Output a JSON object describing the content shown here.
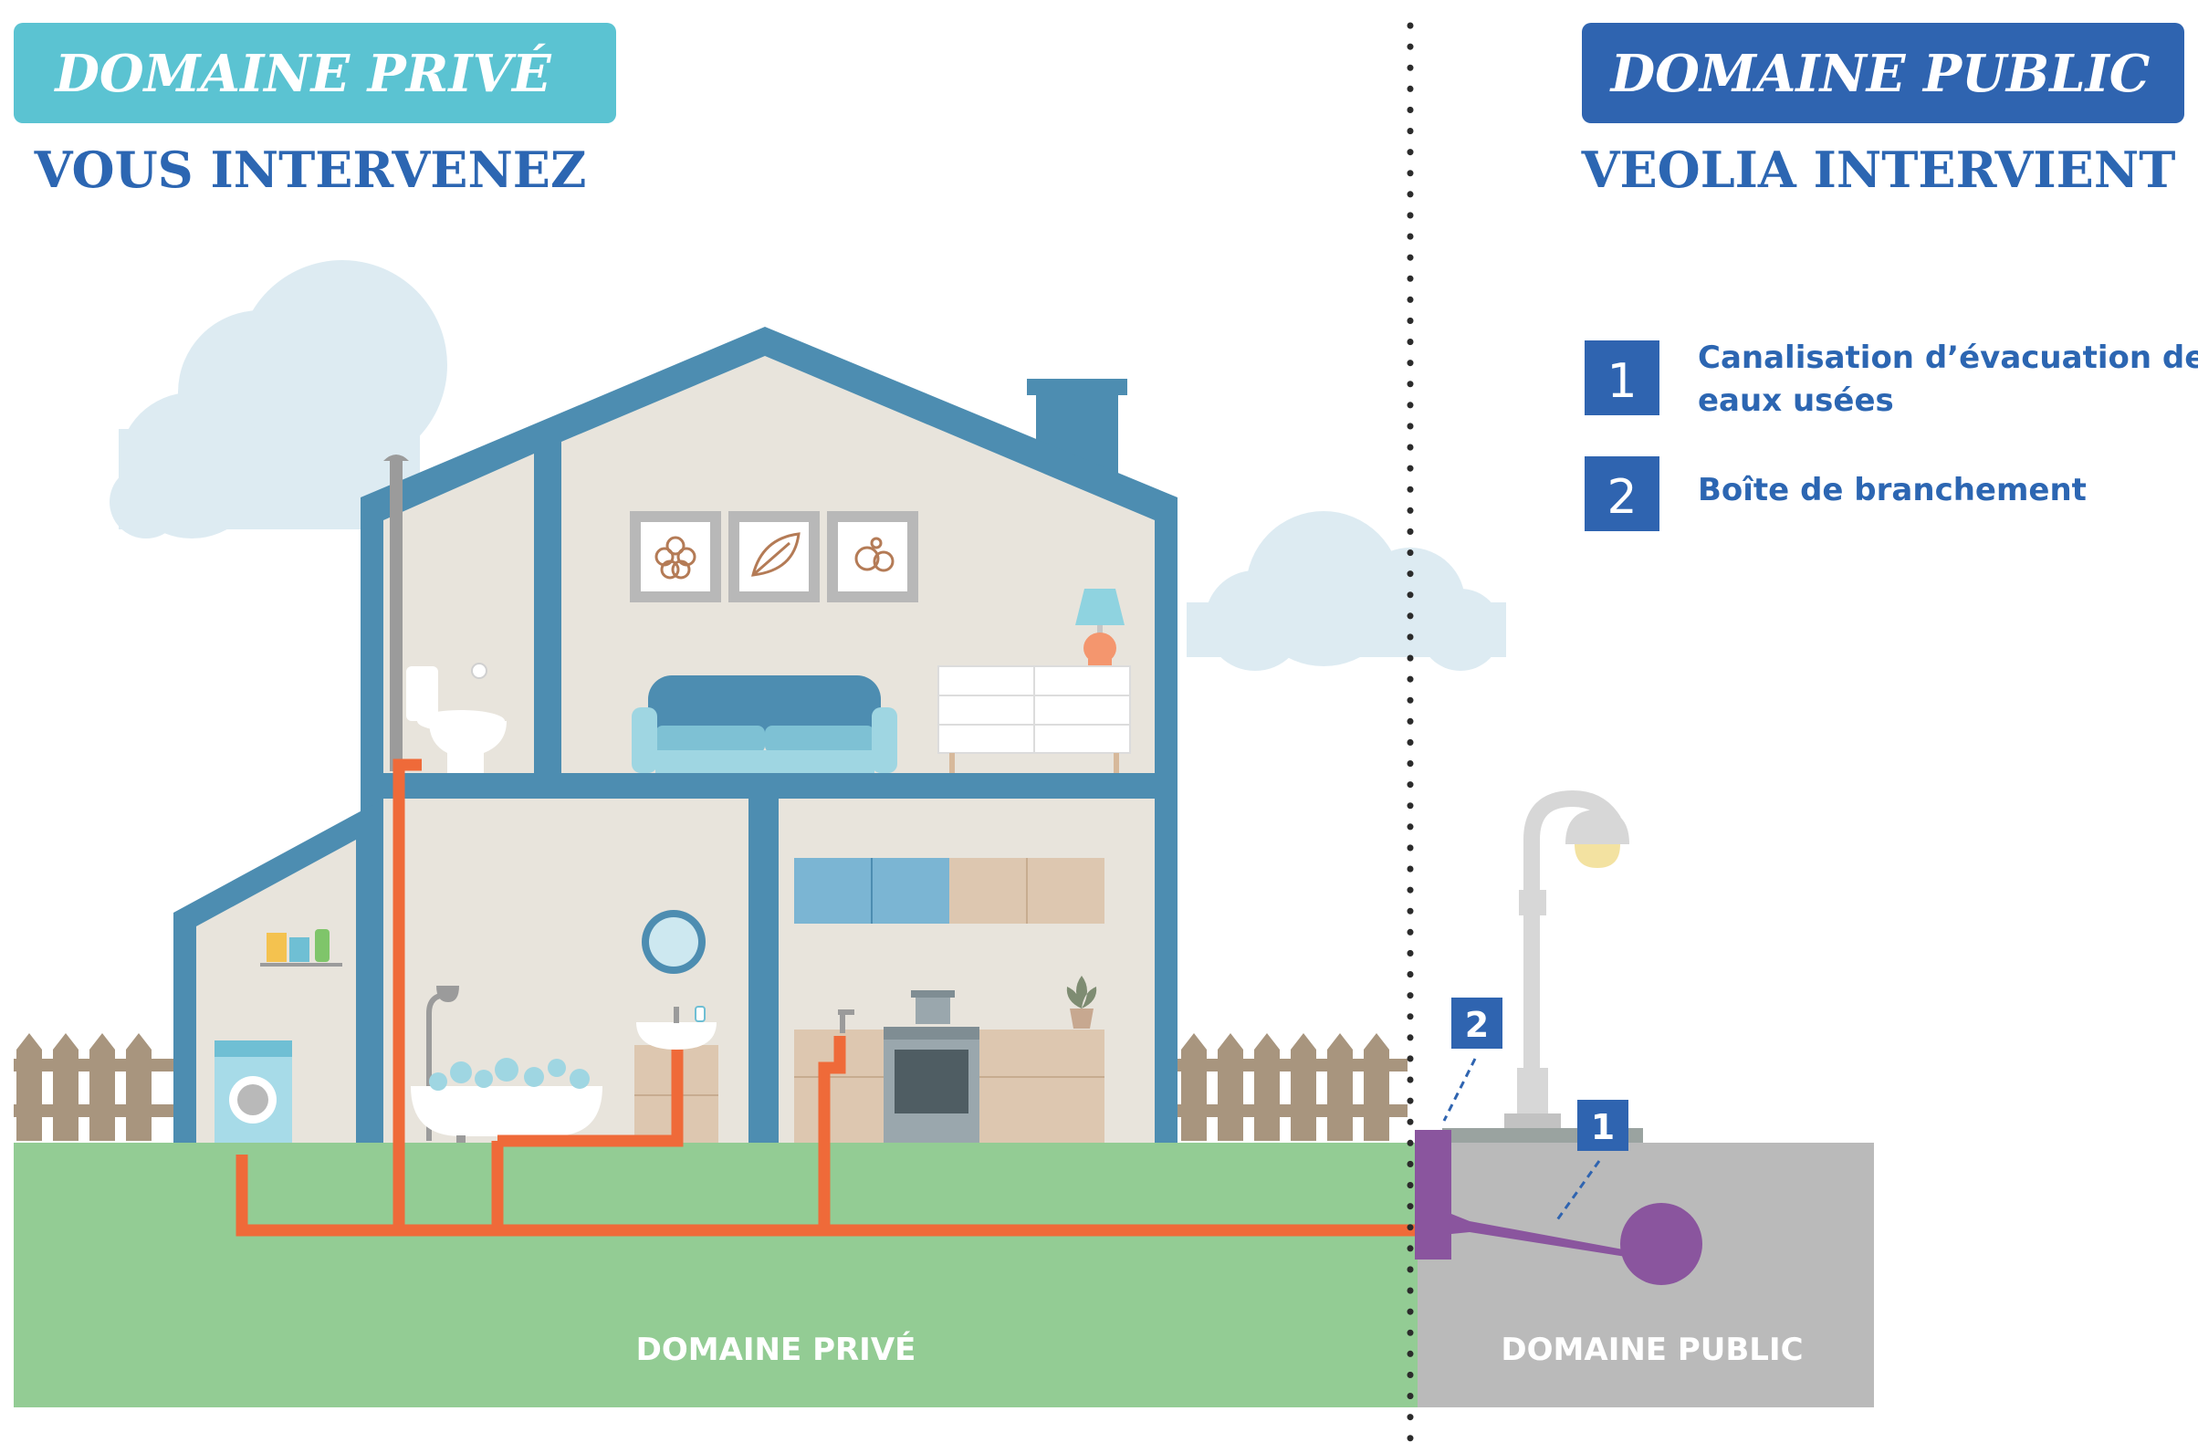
{
  "header": {
    "private_banner": "DOMAINE PRIVÉ",
    "private_subtitle": "VOUS INTERVENEZ",
    "public_banner": "DOMAINE PUBLIC",
    "public_subtitle": "VEOLIA INTERVIENT"
  },
  "legend": {
    "items": [
      {
        "number": "1",
        "line1": "Canalisation d’évacuation des",
        "line2": "eaux usées"
      },
      {
        "number": "2",
        "line1": "Boîte de branchement",
        "line2": ""
      }
    ]
  },
  "ground": {
    "private_label": "DOMAINE PRIVÉ",
    "public_label": "DOMAINE PUBLIC"
  },
  "markers": {
    "box": "2",
    "pipe": "1"
  },
  "colors": {
    "private_teal": "#5bc3d2",
    "public_blue": "#2f64b0",
    "heading_blue": "#2c66b2",
    "house_frame": "#4d8db1",
    "interior": "#e8e4dc",
    "grass": "#93cc94",
    "road": "#bababa",
    "drain_pipe": "#ef6a39",
    "public_pipe": "#8a559e",
    "fence": "#a8957e",
    "cloud": "#ddebf2"
  },
  "icons": [
    "flower-icon",
    "leaf-icon",
    "sun-icon",
    "washing-machine-icon",
    "street-lamp-icon",
    "toilet-icon",
    "bathtub-icon",
    "sofa-icon",
    "lamp-icon",
    "stove-icon",
    "plant-icon",
    "mirror-icon",
    "cooking-pot-icon"
  ]
}
